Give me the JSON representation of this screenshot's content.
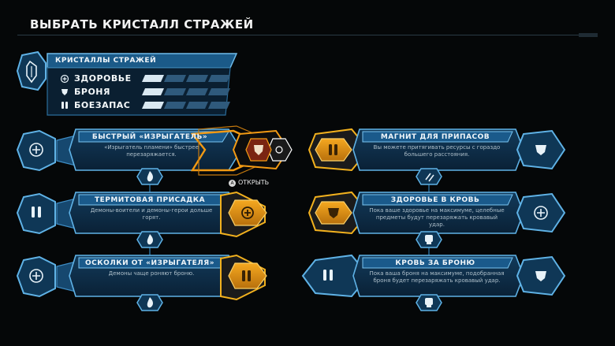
{
  "screen": {
    "title": "ВЫБРАТЬ КРИСТАЛЛ СТРАЖЕЙ"
  },
  "summary": {
    "title": "КРИСТАЛЛЫ СТРАЖЕЙ",
    "stats": [
      {
        "label": "ЗДОРОВЬЕ",
        "icon": "health-cross-icon",
        "filled": 1,
        "total": 4
      },
      {
        "label": "БРОНЯ",
        "icon": "armor-shield-icon",
        "filled": 1,
        "total": 4
      },
      {
        "label": "БОЕЗАПАС",
        "icon": "ammo-icon",
        "filled": 1,
        "total": 4
      }
    ]
  },
  "left_column": [
    {
      "title": "БЫСТРЫЙ «ИЗРЫГАТЕЛЬ»",
      "desc": "«Изрыгатель пламени» быстрее перезаряжается.",
      "state": "selected",
      "left_icon": "health-cross-icon",
      "right_icon": "armor-shield-icon",
      "bottom_icon": "flame-icon"
    },
    {
      "title": "ТЕРМИТОВАЯ ПРИСАДКА",
      "desc": "Демоны-воители и демоны-герои дольше горят.",
      "state": "unlocked",
      "left_icon": "ammo-icon",
      "right_icon": "health-cross-icon",
      "bottom_icon": "flame-icon"
    },
    {
      "title": "ОСКОЛКИ ОТ «ИЗРЫГАТЕЛЯ»",
      "desc": "Демоны чаще роняют броню.",
      "state": "unlocked",
      "left_icon": "health-cross-icon",
      "right_icon": "ammo-icon",
      "bottom_icon": "flame-icon"
    }
  ],
  "right_column": [
    {
      "title": "МАГНИТ ДЛЯ ПРИПАСОВ",
      "desc": "Вы можете притягивать ресурсы с гораздо большего расстояния.",
      "state": "unlocked",
      "left_icon": "ammo-icon",
      "right_icon": "armor-shield-icon",
      "bottom_icon": "magnet-icon"
    },
    {
      "title": "ЗДОРОВЬЕ В КРОВЬ",
      "desc": "Пока ваше здоровье на максимуме, целебные предметы будут перезаряжать кровавый удар.",
      "state": "unlocked",
      "left_icon": "armor-shield-icon",
      "right_icon": "health-cross-icon",
      "bottom_icon": "blood-punch-icon"
    },
    {
      "title": "КРОВЬ ЗА БРОНЮ",
      "desc": "Пока ваша броня на максимуме, подобранная броня будет перезаряжать кровавый удар.",
      "state": "locked",
      "left_icon": "ammo-icon",
      "right_icon": "armor-shield-icon",
      "bottom_icon": "blood-punch-icon"
    }
  ],
  "prompt": {
    "key": "A",
    "label": "ОТКРЫТЬ"
  },
  "colors": {
    "frame_blue": "#1d6fa8",
    "frame_light": "#5fb2e6",
    "panel": "#0d2d47",
    "orange": "#f29a14",
    "gold": "#d88d12"
  }
}
